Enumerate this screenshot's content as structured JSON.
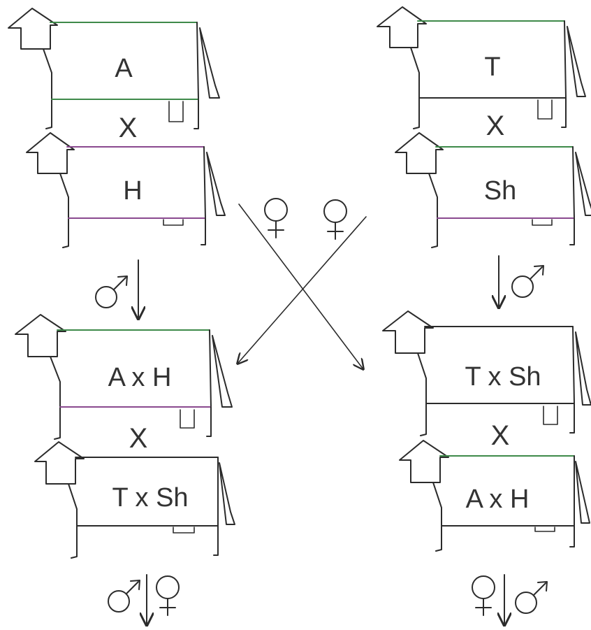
{
  "animals": [
    {
      "id": "A",
      "label": "A"
    },
    {
      "id": "H",
      "label": "H"
    },
    {
      "id": "T",
      "label": "T"
    },
    {
      "id": "Sh",
      "label": "Sh"
    },
    {
      "id": "AxH-1",
      "label": "A x H"
    },
    {
      "id": "TxSh-1",
      "label": "T x Sh"
    },
    {
      "id": "TxSh-2",
      "label": "T x Sh"
    },
    {
      "id": "AxH-2",
      "label": "A x H"
    }
  ],
  "cross_symbol": "X",
  "sex_symbols": {
    "male": "male-symbol-icon",
    "female": "female-symbol-icon"
  },
  "colors": {
    "ink": "#2b2b2b",
    "green_tint": "#3e8a4a",
    "purple_tint": "#8a4a8f"
  }
}
